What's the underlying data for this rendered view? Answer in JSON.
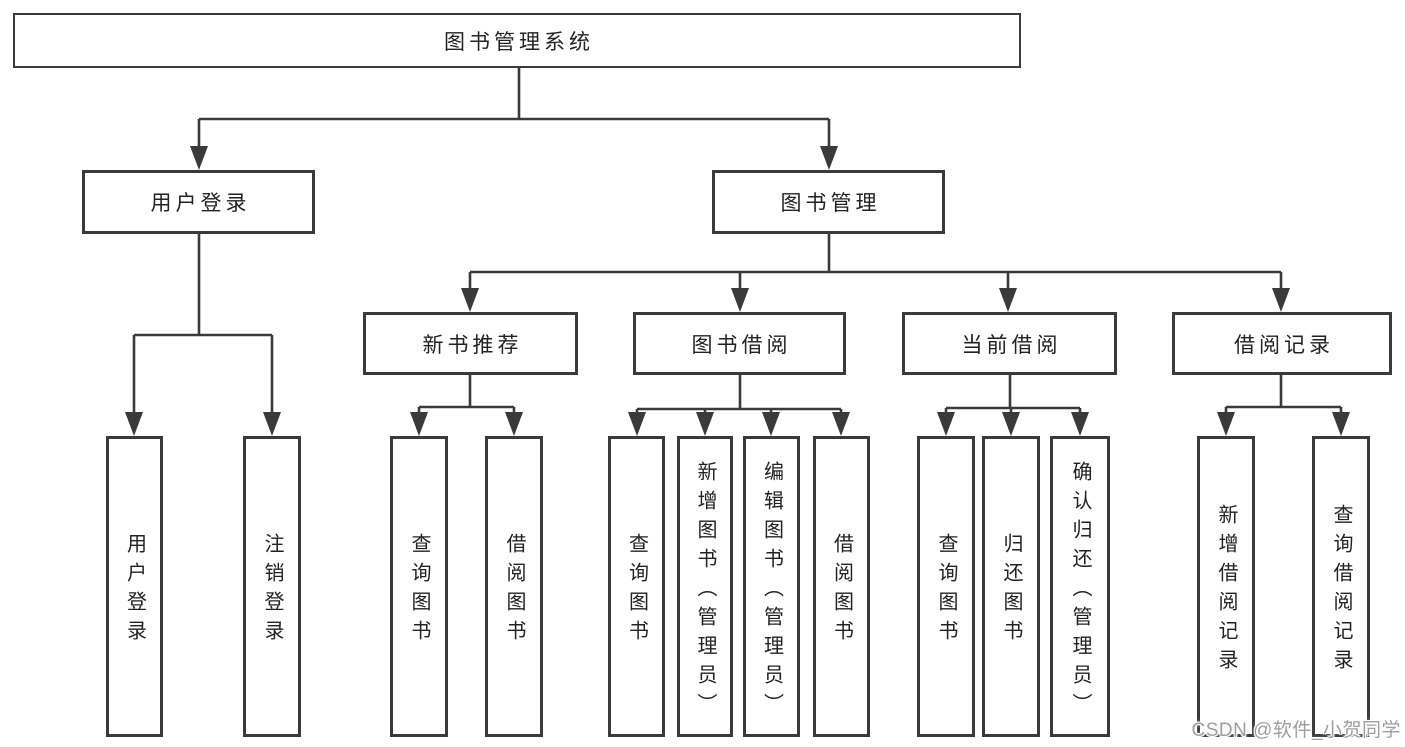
{
  "diagram": {
    "root": {
      "label": "图书管理系统"
    },
    "level2": [
      {
        "label": "用户登录"
      },
      {
        "label": "图书管理"
      }
    ],
    "level3": [
      {
        "label": "新书推荐",
        "parent": "图书管理"
      },
      {
        "label": "图书借阅",
        "parent": "图书管理"
      },
      {
        "label": "当前借阅",
        "parent": "图书管理"
      },
      {
        "label": "借阅记录",
        "parent": "图书管理"
      }
    ],
    "leaves": [
      {
        "label": "用户登录",
        "parent": "用户登录"
      },
      {
        "label": "注销登录",
        "parent": "用户登录"
      },
      {
        "label": "查询图书",
        "parent": "新书推荐"
      },
      {
        "label": "借阅图书",
        "parent": "新书推荐"
      },
      {
        "label": "查询图书",
        "parent": "图书借阅"
      },
      {
        "label": "新增图书（管理员）",
        "parent": "图书借阅"
      },
      {
        "label": "编辑图书（管理员）",
        "parent": "图书借阅"
      },
      {
        "label": "借阅图书",
        "parent": "图书借阅"
      },
      {
        "label": "查询图书",
        "parent": "当前借阅"
      },
      {
        "label": "归还图书",
        "parent": "当前借阅"
      },
      {
        "label": "确认归还（管理员）",
        "parent": "当前借阅"
      },
      {
        "label": "新增借阅记录",
        "parent": "借阅记录"
      },
      {
        "label": "查询借阅记录",
        "parent": "借阅记录"
      }
    ],
    "watermark": "CSDN @软件_小贺同学",
    "colors": {
      "line": "#3a3a3a",
      "text": "#222222",
      "background": "#ffffff",
      "watermark": "#9e9e9e"
    }
  }
}
